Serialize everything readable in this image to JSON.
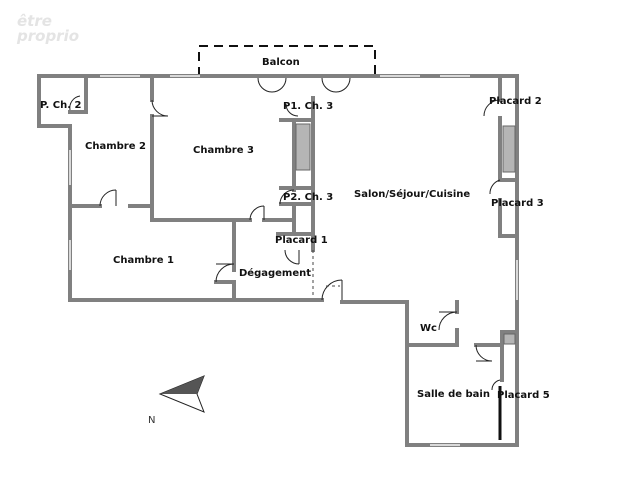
{
  "watermark": {
    "line1": "être",
    "line2": "proprio"
  },
  "rooms": {
    "balcon": "Balcon",
    "p_ch2": "P. Ch. 2",
    "chambre2": "Chambre 2",
    "chambre3": "Chambre 3",
    "p1_ch3": "P1. Ch. 3",
    "p2_ch3": "P2. Ch. 3",
    "placard1": "Placard 1",
    "chambre1": "Chambre 1",
    "degagement": "Dégagement",
    "salon": "Salon/Séjour/Cuisine",
    "placard2": "Placard 2",
    "placard3": "Placard 3",
    "wc": "Wc",
    "salle_de_bain": "Salle de bain",
    "placard5": "Placard 5"
  },
  "compass": {
    "label": "N"
  },
  "colors": {
    "wall": "#808080",
    "wall_dark": "#5a5a5a",
    "line": "#222222",
    "fill": "#b5b5b5"
  }
}
